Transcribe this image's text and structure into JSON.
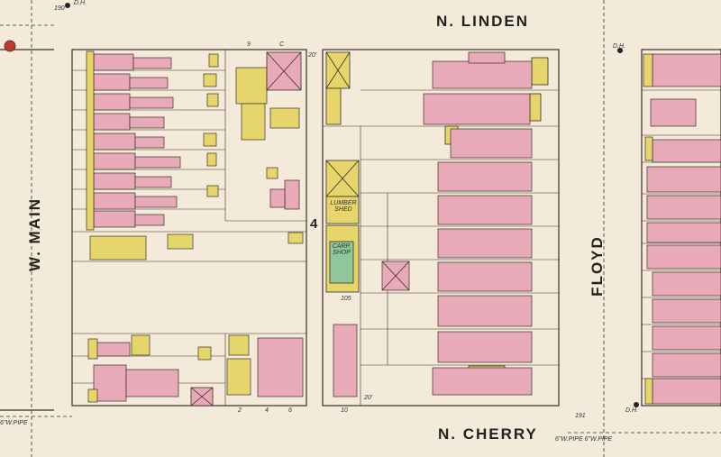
{
  "streets": {
    "north": "N. LINDEN",
    "south": "N. CHERRY",
    "west": "W. MAIN",
    "east": "FLOYD"
  },
  "block_number": "4",
  "labels": {
    "lumber_shed": "LUMBER SHED",
    "carpenter_shop": "CARP. SHOP",
    "dh_top": "D.H.",
    "dh_east": "D.H.",
    "dh_bottom": "D.H.",
    "pipe_west": "6\"W.PIPE",
    "pipe_east": "6\"W.PIPE  6\"W.PIPE",
    "dim_20_top": "20'",
    "dim_20_bottom": "20'",
    "dim_10": "10",
    "dim_105": "105",
    "num_9": "9",
    "num_c": "C",
    "bottom_2": "2",
    "bottom_4": "4",
    "bottom_6": "6",
    "corner_190": "190",
    "corner_191": "191"
  },
  "colors": {
    "paper": "#f4ead9",
    "brick_pink": "#e8a9b8",
    "frame_yellow": "#e6d56a",
    "shop_green": "#8fc79a",
    "line": "#3a2f2a"
  }
}
